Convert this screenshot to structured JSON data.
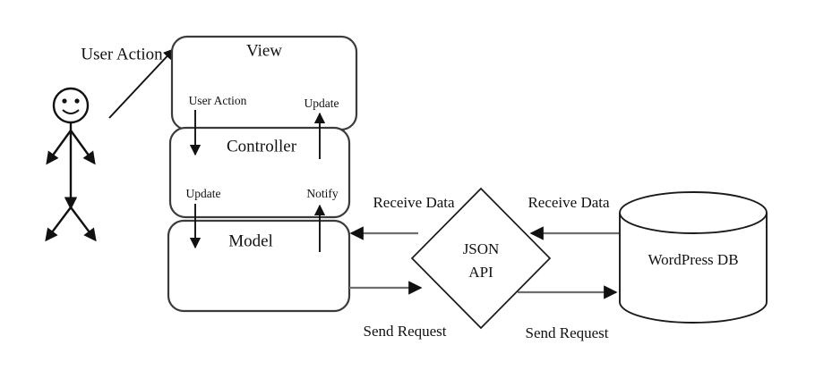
{
  "diagram": {
    "title": "MVC architecture with JSON API and WordPress DB",
    "type": "flow-diagram",
    "colors": {
      "background": "#ffffff",
      "box_stroke": "#3b3b3b",
      "shape_stroke": "#1a1a1a",
      "arrow_gray": "#6e6e6e",
      "arrow_dark": "#111111",
      "text": "#111111"
    },
    "actor": {
      "name": "stick-figure-user",
      "description": "smiling stick figure person"
    },
    "nodes": {
      "view": {
        "label": "View",
        "shape": "rounded-rectangle"
      },
      "controller": {
        "label": "Controller",
        "shape": "rounded-rectangle"
      },
      "model": {
        "label": "Model",
        "shape": "rounded-rectangle"
      },
      "api": {
        "label_line1": "JSON",
        "label_line2": "API",
        "shape": "diamond"
      },
      "database": {
        "label": "WordPress DB",
        "shape": "cylinder"
      }
    },
    "edges": {
      "user_to_view": "User Action",
      "view_to_controller": "User Action",
      "controller_to_view": "Update",
      "controller_to_model": "Update",
      "model_to_controller": "Notify",
      "api_to_model": "Receive Data",
      "model_to_api": "Send Request",
      "db_to_api": "Receive Data",
      "api_to_db": "Send Request"
    }
  }
}
